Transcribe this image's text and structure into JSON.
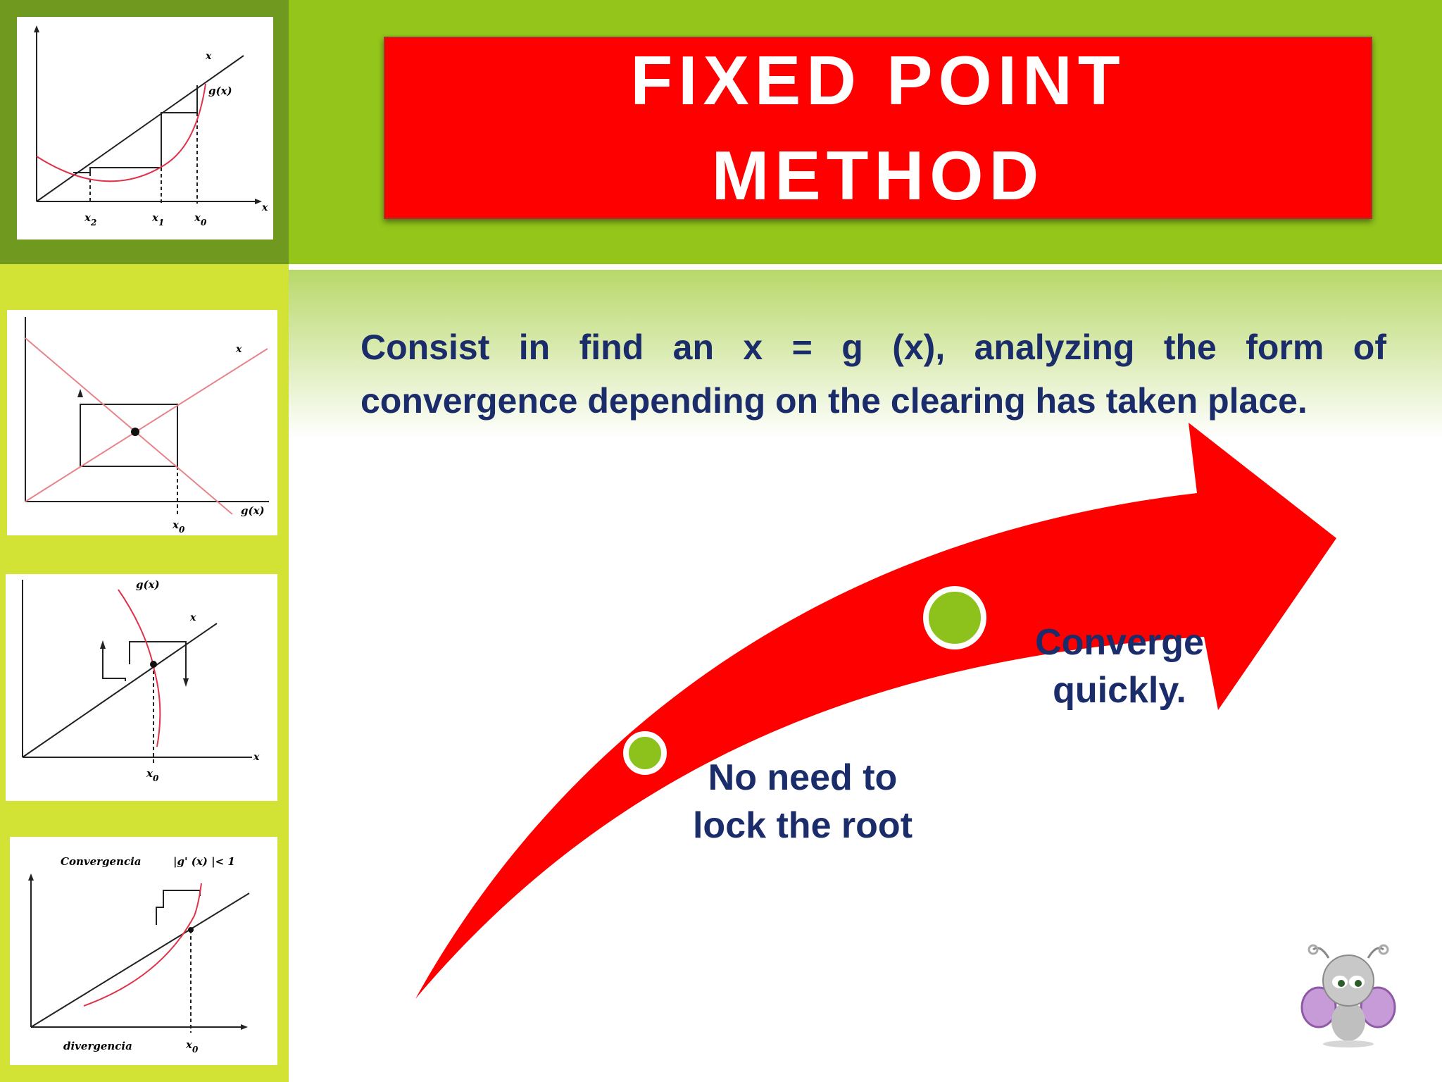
{
  "title": "FIXED POINT\nMETHOD",
  "description": "Consist in find an x = g (x), analyzing the form of convergence depending on the clearing has taken place.",
  "arrow_items": [
    {
      "label": "No need to\nlock the root"
    },
    {
      "label": "Converge\nquickly."
    }
  ],
  "thumb1": {
    "x_label": "x",
    "g_label": "g(x)",
    "x_axis": "x",
    "x2": "x",
    "x2_sub": "2",
    "x1": "x",
    "x1_sub": "1",
    "x0": "x",
    "x0_sub": "0"
  },
  "thumb2": {
    "x_label": "x",
    "g_label": "g(x)",
    "x0": "x",
    "x0_sub": "0"
  },
  "thumb3": {
    "g_label": "g(x)",
    "x_label": "x",
    "x_axis": "x",
    "x0": "x",
    "x0_sub": "0"
  },
  "thumb4": {
    "convergencia": "Convergencia",
    "condition": "|g' (x) |< 1",
    "divergencia": "divergencia",
    "x0": "x",
    "x0_sub": "0"
  },
  "colors": {
    "header_green": "#93c51b",
    "sidebar_green": "#d3e335",
    "dark_green": "#6f9a1f",
    "red": "#fe0000",
    "navy": "#1b2c6b",
    "dot_green": "#8cc21b"
  }
}
